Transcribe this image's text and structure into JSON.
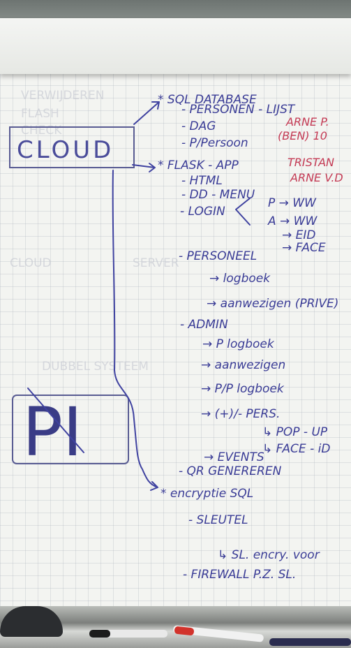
{
  "whiteboard": {
    "cloud_box_label": "CLOUD",
    "pi_box_label": "PI",
    "notes": [
      "* SQL DATABASE",
      "- PERSONEN - LIJST",
      "- DAG",
      "- P/Persoon",
      "ARNE P.",
      "(BEN) 10",
      "* FLASK - APP",
      "TRISTAN",
      "ARNE V.D",
      "- HTML",
      "- DD - MENU",
      "- LOGIN",
      "P → WW",
      "A → WW",
      "→ EID",
      "→ FACE",
      "- PERSONEEL",
      "→ logboek",
      "→ aanwezigen (PRIVE)",
      "- ADMIN",
      "→ P logboek",
      "→ aanwezigen",
      "→ P/P logboek",
      "→ (+)/- PERS.",
      "↳ POP - UP",
      "↳ FACE - iD",
      "→ EVENTS",
      "- QR GENEREREN",
      "* encryptie SQL",
      "- SLEUTEL",
      "↳ SL. encry. voor",
      "- FIREWALL P.Z. SL."
    ]
  },
  "colors": {
    "ink": "#3a3c96",
    "red_ink": "#c43b55",
    "board": "#f3f4f1"
  }
}
